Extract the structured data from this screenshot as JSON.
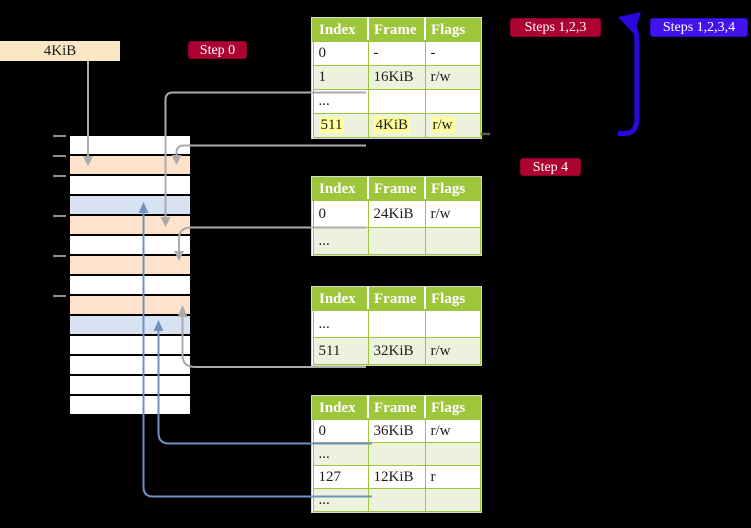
{
  "labels": {
    "frame_4kib": "4KiB",
    "step0": "Step 0",
    "steps_123": "Steps 1,2,3",
    "steps_1234": "Steps 1,2,3,4",
    "step4": "Step 4"
  },
  "tables": [
    {
      "id": "page-table-1",
      "headers": [
        "Index",
        "Frame",
        "Flags"
      ],
      "rows": [
        {
          "cells": [
            "0",
            "-",
            "-"
          ]
        },
        {
          "cells": [
            "1",
            "16KiB",
            "r/w"
          ]
        },
        {
          "cells": [
            "...",
            "",
            ""
          ]
        },
        {
          "cells": [
            "511",
            "4KiB",
            "r/w"
          ],
          "highlight": true
        }
      ]
    },
    {
      "id": "page-table-2",
      "headers": [
        "Index",
        "Frame",
        "Flags"
      ],
      "rows": [
        {
          "cells": [
            "0",
            "24KiB",
            "r/w"
          ]
        },
        {
          "cells": [
            "...",
            "",
            ""
          ]
        }
      ]
    },
    {
      "id": "page-table-3",
      "headers": [
        "Index",
        "Frame",
        "Flags"
      ],
      "rows": [
        {
          "cells": [
            "...",
            "",
            ""
          ]
        },
        {
          "cells": [
            "511",
            "32KiB",
            "r/w"
          ]
        }
      ]
    },
    {
      "id": "page-table-4",
      "headers": [
        "Index",
        "Frame",
        "Flags"
      ],
      "rows": [
        {
          "cells": [
            "0",
            "36KiB",
            "r/w"
          ]
        },
        {
          "cells": [
            "...",
            "",
            ""
          ]
        },
        {
          "cells": [
            "127",
            "12KiB",
            "r"
          ]
        },
        {
          "cells": [
            "...",
            "",
            ""
          ]
        }
      ]
    }
  ],
  "memory_column": {
    "rows": [
      "free",
      "page-table",
      "free",
      "mapped-frame",
      "page-table",
      "free",
      "page-table",
      "free",
      "page-table",
      "mapped-frame",
      "free",
      "free",
      "free",
      "free"
    ]
  },
  "colors": {
    "table_header_green": "#9dc63b",
    "table_row_alt": "#edf2de",
    "highlight_yellow": "#ffff9e",
    "frame_label_bg": "#f9e6c3",
    "step_badge_bg": "#ac0333",
    "steps_all_badge_bg": "#4213ee",
    "page_table_row": "#fde3cc",
    "mapped_frame_row": "#d8e2f3",
    "pointer_arrow": "#ababab",
    "mapping_arrow": "#7191c1",
    "recursive_arrow": "#2b07dd"
  }
}
